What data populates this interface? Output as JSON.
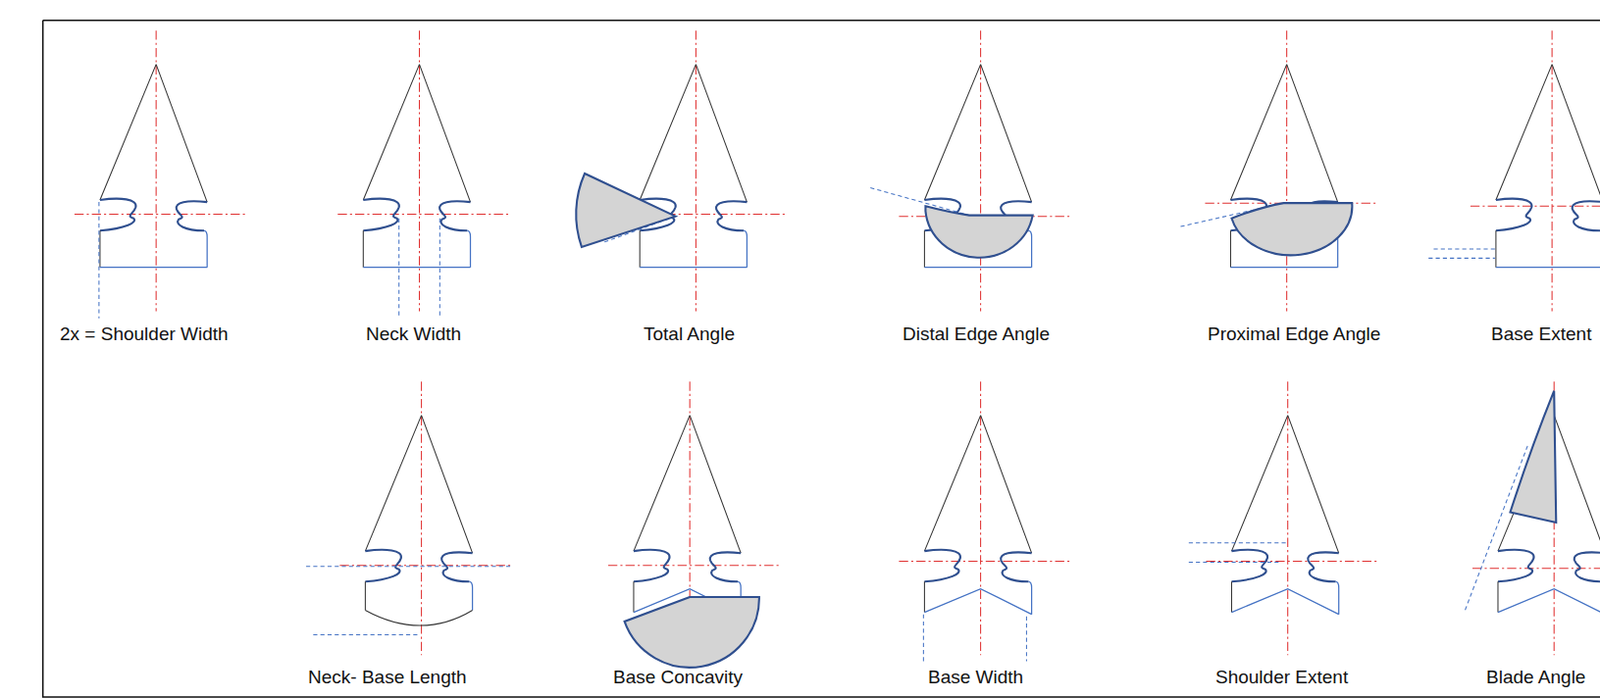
{
  "diagram": {
    "labels": [
      "2x = Shoulder Width",
      "Neck Width",
      "Total Angle",
      "Distal Edge Angle",
      "Proximal Edge Angle",
      "Base Extent",
      "Neck- Base Length",
      "Base Concavity",
      "Base Width",
      "Shoulder Extent",
      "Blade Angle"
    ]
  }
}
